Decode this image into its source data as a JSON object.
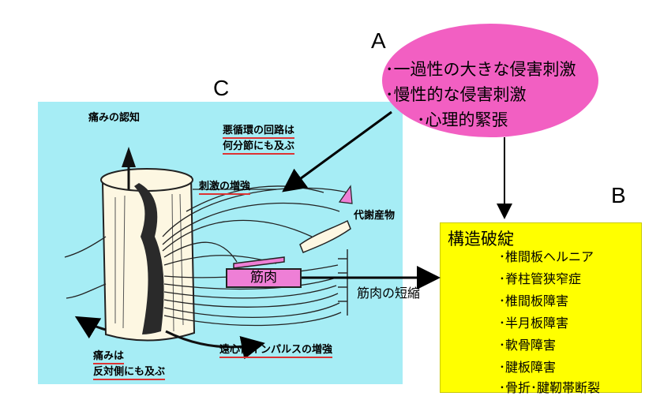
{
  "labels": {
    "a": "A",
    "b": "B",
    "c": "C"
  },
  "causes": {
    "item1": "･一過性の大きな侵害刺激",
    "item2": "･慢性的な侵害刺激",
    "item3": "･心理的緊張"
  },
  "structural": {
    "title": "構造破綻",
    "items": [
      "･椎間板ヘルニア",
      "･脊柱管狭窄症",
      "･椎間板障害",
      "･半月板障害",
      "･軟骨障害",
      "･腱板障害",
      "･骨折･腱靭帯断裂"
    ]
  },
  "spine_diagram": {
    "pain_recognition": "痛みの認知",
    "vicious_cycle_line1": "悪循環の回路は",
    "vicious_cycle_line2": "何分節にも及ぶ",
    "stimulus_increase": "刺激の増強",
    "metabolites": "代謝産物",
    "muscle": "筋肉",
    "contralateral_line1": "痛みは",
    "contralateral_line2": "反対側にも及ぶ",
    "efferent_increase": "遠心性インパルスの増強"
  },
  "muscle_shortening": "筋肉の短縮",
  "colors": {
    "ellipse": "#f25fc2",
    "panel": "#a6edf5",
    "box": "#ffff00",
    "muscle": "#ee7fd6",
    "underline": "#dd3333"
  }
}
